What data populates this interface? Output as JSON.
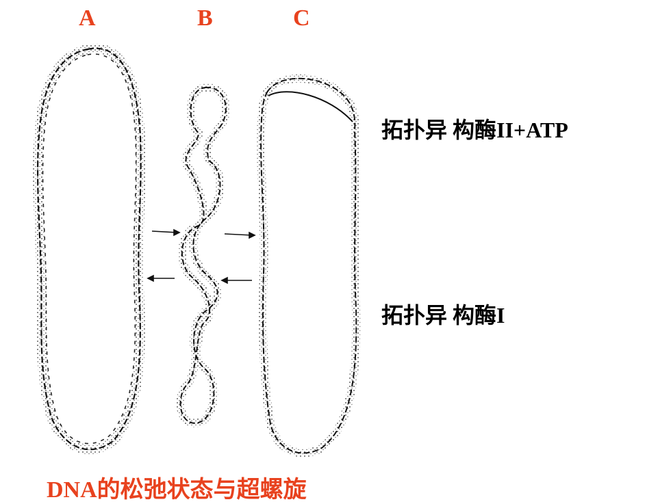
{
  "labels": {
    "a": "A",
    "b": "B",
    "c": "C"
  },
  "enzymes": {
    "top": "拓扑异 构酶II+ATP",
    "bottom": "拓扑异 构酶I"
  },
  "caption": "DNA的松弛状态与超螺旋",
  "colors": {
    "accent": "#e8421e",
    "ink": "#000000"
  }
}
